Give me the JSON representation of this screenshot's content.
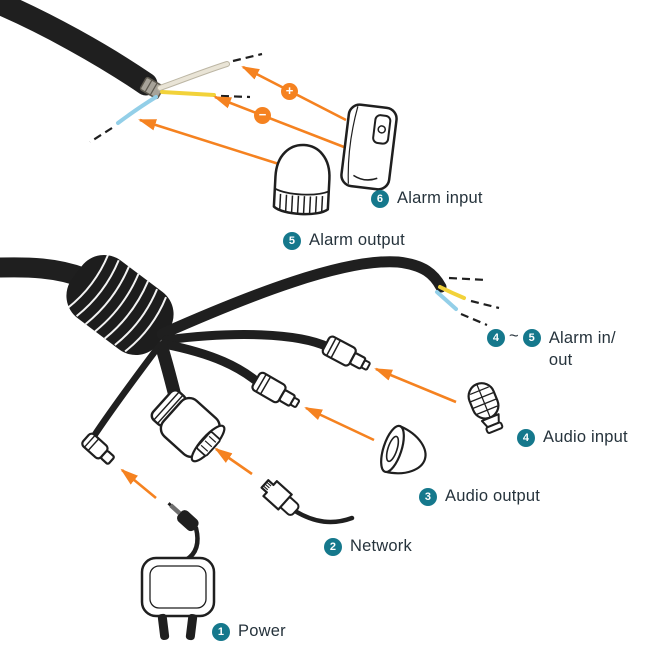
{
  "colors": {
    "arrow": "#f58220",
    "badge": "#15788c",
    "text": "#26333c",
    "cable": "#1f1f1f",
    "wire-yellow": "#f2d23a",
    "wire-blue": "#93cfe8",
    "wire-white": "#e9e4d6"
  },
  "symbols": {
    "plus": "+",
    "minus": "−"
  },
  "labels": {
    "power": {
      "num": "1",
      "text": "Power"
    },
    "network": {
      "num": "2",
      "text": "Network"
    },
    "audio_output": {
      "num": "3",
      "text": "Audio output"
    },
    "audio_input": {
      "num": "4",
      "text": "Audio input"
    },
    "alarm_inout": {
      "num1": "4",
      "sep": "~",
      "num2": "5",
      "line1": "Alarm in/",
      "line2": "out"
    },
    "alarm_output": {
      "num": "5",
      "text": "Alarm output"
    },
    "alarm_input": {
      "num": "6",
      "text": "Alarm input"
    }
  }
}
